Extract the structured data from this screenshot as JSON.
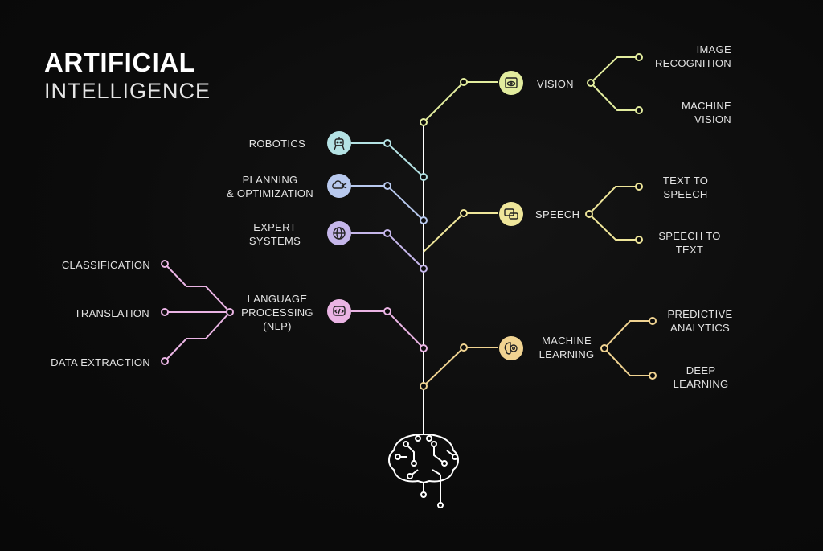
{
  "title": {
    "line1": "ARTIFICIAL",
    "line2": "INTELLIGENCE"
  },
  "colors": {
    "vision": "#e2ec9e",
    "speech": "#efe69a",
    "ml": "#f0d391",
    "robotics": "#b4e2e4",
    "planning": "#b8c9ee",
    "expert": "#c5b6ea",
    "nlp": "#eab4e4",
    "trunk": "#ffffff"
  },
  "icons": {
    "vision": "eye-window-icon",
    "speech": "speech-bubbles-icon",
    "ml": "brain-gear-icon",
    "robotics": "robot-icon",
    "planning": "cloud-network-icon",
    "expert": "globe-icon",
    "nlp": "code-bubble-icon",
    "brain": "circuit-brain-icon"
  },
  "nodes": {
    "vision": "VISION",
    "speech": "SPEECH",
    "ml": "MACHINE\nLEARNING",
    "robotics": "ROBOTICS",
    "planning": "PLANNING\n& OPTIMIZATION",
    "expert": "EXPERT\nSYSTEMS",
    "nlp": "LANGUAGE\nPROCESSING\n(NLP)"
  },
  "leaves": {
    "image_recognition": "IMAGE\nRECOGNITION",
    "machine_vision": "MACHINE\nVISION",
    "text_to_speech": "TEXT TO\nSPEECH",
    "speech_to_text": "SPEECH TO\nTEXT",
    "predictive_analytics": "PREDICTIVE\nANALYTICS",
    "deep_learning": "DEEP\nLEARNING",
    "classification": "CLASSIFICATION",
    "translation": "TRANSLATION",
    "data_extraction": "DATA EXTRACTION"
  }
}
